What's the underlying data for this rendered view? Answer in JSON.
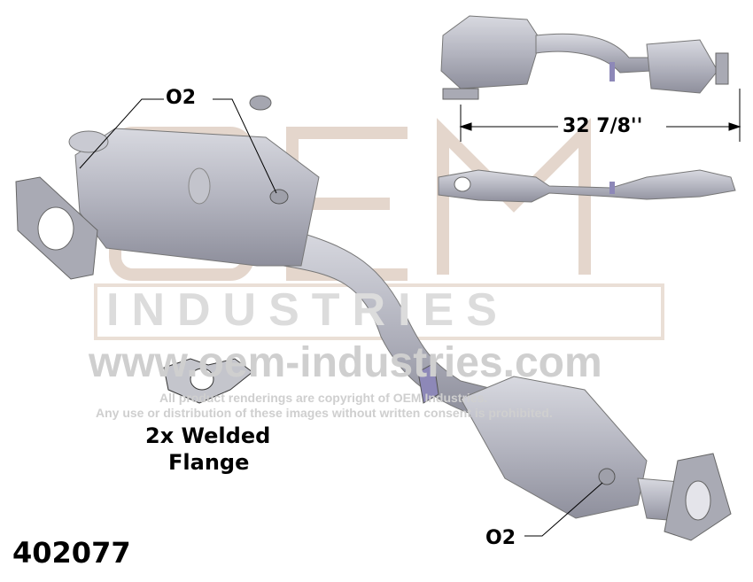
{
  "product": {
    "part_number": "402077",
    "flange_note_line1": "2x Welded",
    "flange_note_line2": "Flange",
    "o2_label_top": "O2",
    "o2_label_bottom": "O2",
    "length_dimension": "32 7/8''"
  },
  "watermark": {
    "logo_top": "OEM",
    "logo_bottom": "INDUSTRIES",
    "website": "www.oem-industries.com",
    "copyright_line1": "All product renderings are copyright of OEM Industries.",
    "copyright_line2": "Any use or distribution of these images without written consent is prohibited."
  },
  "colors": {
    "metal": "#b9bac4",
    "metal_dark": "#8c8d99",
    "bracket": "#8d88b8",
    "watermark": "#d6d6d6"
  }
}
